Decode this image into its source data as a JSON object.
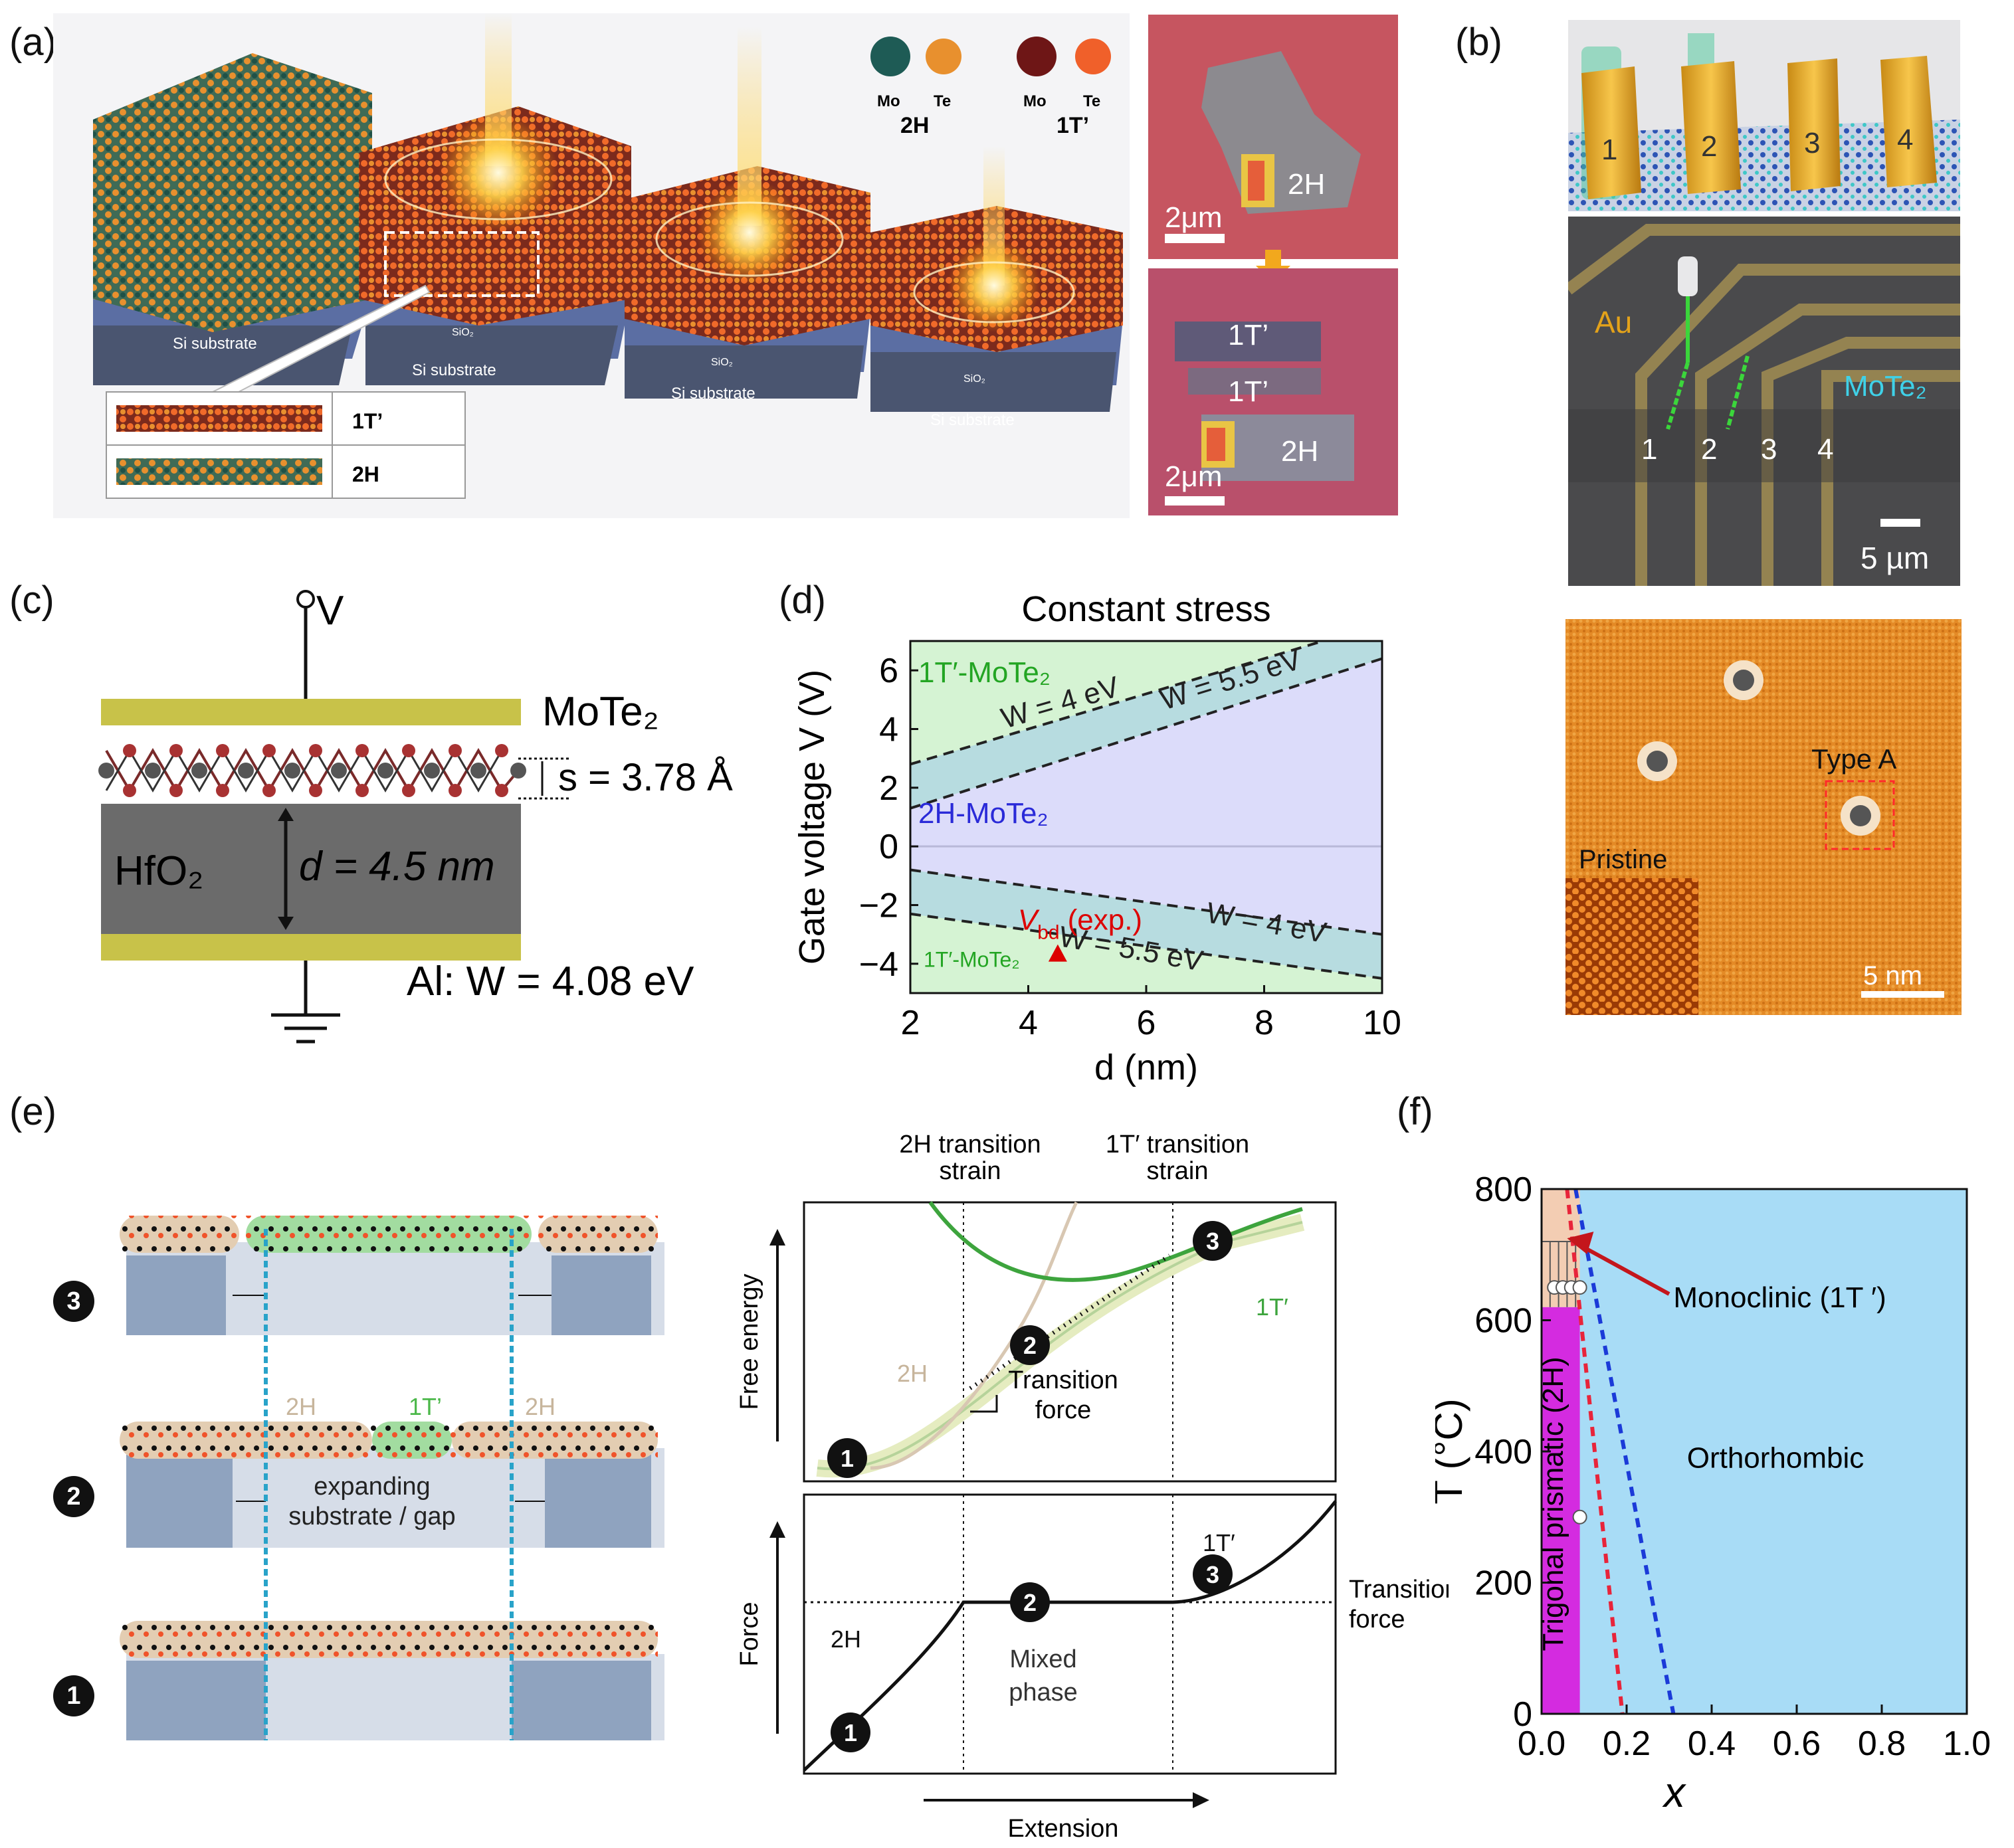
{
  "panels": {
    "a": {
      "label": "(a)",
      "legend": {
        "mo": "Mo",
        "te": "Te",
        "phase_2h": "2H",
        "phase_1t": "1T’"
      },
      "substrate": {
        "sio2": "SiO₂",
        "si": "Si substrate"
      },
      "inset": {
        "top": "1T’",
        "bottom": "2H"
      },
      "micro_top": {
        "scale": "2μm",
        "phase": "2H"
      },
      "micro_bottom": {
        "scale": "2μm",
        "phase1": "1T’",
        "phase2": "1T’",
        "phase3": "2H"
      }
    },
    "b": {
      "label": "(b)",
      "electrodes": [
        "1",
        "2",
        "3",
        "4"
      ],
      "sem": {
        "au": "Au",
        "mote2": "MoTe₂",
        "numbers": [
          "1",
          "2",
          "3",
          "4"
        ],
        "scale": "5 µm"
      },
      "stm": {
        "type_a": "Type A",
        "pristine": "Pristine",
        "scale": "5 nm"
      }
    },
    "c": {
      "label": "(c)",
      "v": "V",
      "mote2": "MoTe₂",
      "s_label": "s = 3.78 Å",
      "hfo2": "HfO₂",
      "d_label": "d = 4.5 nm",
      "al_label": "Al: W = 4.08 eV"
    },
    "d": {
      "label": "(d)"
    },
    "e": {
      "label": "(e)",
      "steps": [
        "1",
        "2",
        "3"
      ],
      "labels_2h": "2H",
      "labels_1t": "1T’",
      "gap_text_1": "expanding",
      "gap_text_2": "substrate / gap",
      "top_plot": {
        "header_2h": [
          "2H transition",
          "strain"
        ],
        "header_1t": [
          "1T′ transition",
          "strain"
        ],
        "ylabel": "Free energy",
        "label_2h": "2H",
        "label_1t": "1T′",
        "transition_force": [
          "Transition",
          "force"
        ]
      },
      "bottom_plot": {
        "ylabel": "Force",
        "xlabel": "Extension",
        "label_2h": "2H",
        "label_1t": "1T′",
        "mixed": [
          "Mixed",
          "phase"
        ],
        "transition_force": [
          "Transition",
          "force"
        ]
      }
    },
    "f": {
      "label": "(f)",
      "monoclinic": "Monoclinic (1T ′)",
      "orthorhombic": "Orthorhombic",
      "trigonal": "Trigonal prismatic (2H)"
    }
  },
  "chart_data": [
    {
      "type": "area",
      "title": "Constant stress",
      "xlabel": "d (nm)",
      "ylabel": "Gate voltage V (V)",
      "xlim": [
        2,
        10
      ],
      "ylim": [
        -5,
        7
      ],
      "xticks": [
        2,
        4,
        6,
        8,
        10
      ],
      "yticks": [
        -4,
        -2,
        0,
        2,
        4,
        6
      ],
      "regions": [
        "1T′-MoTe₂",
        "2H-MoTe₂",
        "1T′-MoTe₂"
      ],
      "series": [
        {
          "name": "W = 4 eV",
          "x": [
            2,
            10
          ],
          "y": [
            2.8,
            7.6
          ]
        },
        {
          "name": "W = 5.5 eV",
          "x": [
            2,
            10
          ],
          "y": [
            1.3,
            6.4
          ]
        },
        {
          "name": "W = 4 eV",
          "x": [
            2,
            10
          ],
          "y": [
            -0.8,
            -3.0
          ]
        },
        {
          "name": "W = 5.5 eV",
          "x": [
            2,
            10
          ],
          "y": [
            -2.3,
            -4.5
          ]
        }
      ],
      "point": {
        "label": "V",
        "label_sub": "bd",
        "label_suffix": "(exp.)",
        "x": 4.5,
        "y": -3.7
      }
    },
    {
      "type": "area",
      "xlabel": "x",
      "ylabel": "T (°C)",
      "xlim": [
        0,
        1
      ],
      "ylim": [
        0,
        800
      ],
      "xticks": [
        "0.0",
        "0.2",
        "0.4",
        "0.6",
        "0.8",
        "1.0"
      ],
      "yticks": [
        "0",
        "200",
        "400",
        "600",
        "800"
      ],
      "red_line": {
        "x": [
          0.06,
          0.19
        ],
        "y": [
          800,
          0
        ]
      },
      "blue_line": {
        "x": [
          0.08,
          0.31
        ],
        "y": [
          800,
          0
        ]
      },
      "points": [
        {
          "x": 0.03,
          "y": 650
        },
        {
          "x": 0.05,
          "y": 650
        },
        {
          "x": 0.07,
          "y": 650
        },
        {
          "x": 0.09,
          "y": 650
        },
        {
          "x": 0.09,
          "y": 300
        }
      ],
      "colors": {
        "orthorhombic": "#a8dcf6",
        "trigonal": "#d42be0",
        "monoclinic": "#f3cdb3"
      }
    }
  ]
}
